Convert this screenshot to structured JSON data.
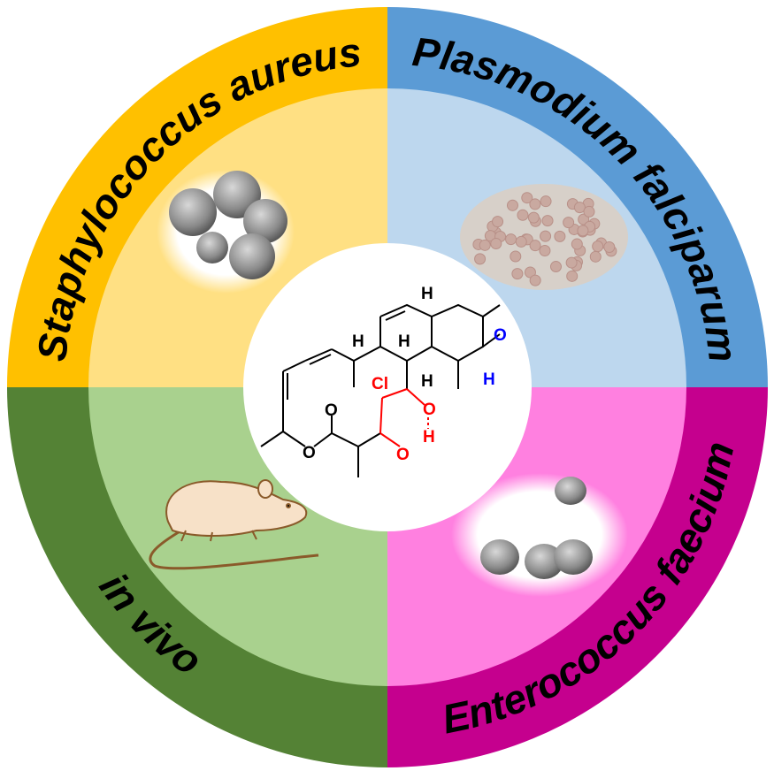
{
  "quadrants": {
    "top_left": {
      "title": "Staphylococcus aureus",
      "outer_color": "#FFC000",
      "inner_color": "#FFE083"
    },
    "top_right": {
      "title": "Plasmodium falciparum",
      "outer_color": "#5B9BD5",
      "inner_color": "#BDD7EE"
    },
    "bottom_left": {
      "title": "in vivo",
      "outer_color": "#548235",
      "inner_color": "#A9D18E"
    },
    "bottom_right": {
      "title": "Enterococcus faecium",
      "outer_color": "#C5008E",
      "inner_color": "#FF80E0"
    }
  },
  "molecule": {
    "atoms": {
      "h1": "H",
      "h2": "H",
      "h3": "H",
      "h4": "H",
      "o_epoxide": "O",
      "h_epoxide": "H",
      "cl": "Cl",
      "o_red1": "O",
      "h_red": "H",
      "o_red2": "O",
      "o_carbonyl": "O",
      "o_ester": "O"
    },
    "colors": {
      "black": "#000000",
      "red": "#FF0000",
      "blue": "#0000FF"
    }
  }
}
